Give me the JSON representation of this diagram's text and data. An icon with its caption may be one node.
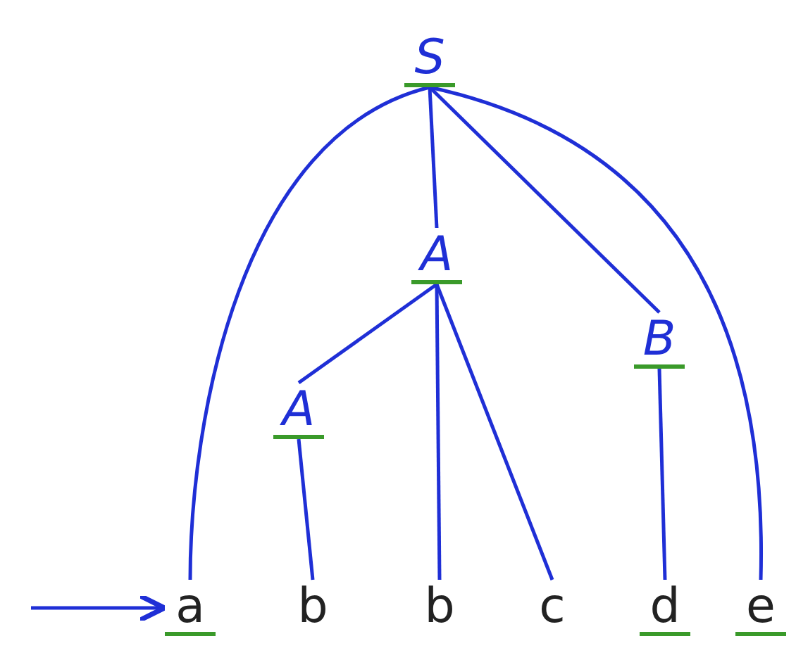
{
  "diagram": {
    "nodes": [
      {
        "text": [
          "S"
        ]
      },
      {
        "text": [
          "A"
        ]
      },
      {
        "text": [
          "B"
        ]
      },
      {
        "text": [
          "A"
        ]
      },
      {
        "text": [
          "a"
        ]
      },
      {
        "text": [
          "b"
        ]
      },
      {
        "text": [
          "b"
        ]
      },
      {
        "text": [
          "c"
        ]
      },
      {
        "text": [
          "d"
        ]
      },
      {
        "text": [
          "e"
        ]
      }
    ],
    "edges": [
      {
        "from": 0,
        "to": 4,
        "arrow": "none"
      },
      {
        "from": 0,
        "to": 1,
        "arrow": "none"
      },
      {
        "from": 0,
        "to": 2,
        "arrow": "none"
      },
      {
        "from": 0,
        "to": 9,
        "arrow": "none"
      },
      {
        "from": 1,
        "to": 3,
        "arrow": "none"
      },
      {
        "from": 1,
        "to": 6,
        "arrow": "none"
      },
      {
        "from": 1,
        "to": 7,
        "arrow": "none"
      },
      {
        "from": 3,
        "to": 5,
        "arrow": "none"
      },
      {
        "from": 2,
        "to": 8,
        "arrow": "none"
      },
      {
        "from": null,
        "to": 4,
        "arrow": "to"
      }
    ]
  }
}
